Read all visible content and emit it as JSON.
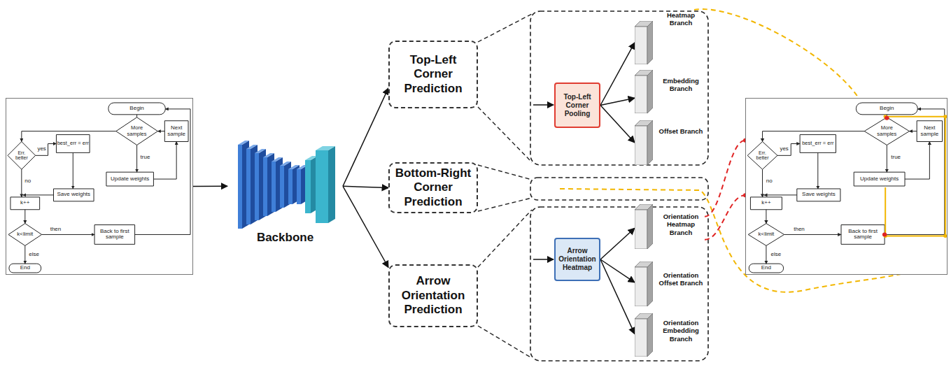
{
  "diagram": {
    "nodes": [
      {
        "text": [
          "Begin",
          "More samples",
          "Next sample",
          "Err. better",
          "yes",
          "best_err = err",
          "true",
          "Update weights",
          "no",
          "Save weights",
          "k++",
          "k<limit",
          "then",
          "Back to first sample",
          "else",
          "End"
        ]
      },
      {
        "text": [
          "Backbone"
        ]
      },
      {
        "text": [
          "Top-Left Corner Prediction"
        ]
      },
      {
        "text": [
          "Bottom-Right Corner Prediction"
        ]
      },
      {
        "text": [
          "Arrow Orientation Prediction"
        ]
      },
      {
        "text": [
          "Top-Left Corner Pooling"
        ]
      },
      {
        "text": [
          "Heatmap Branch"
        ]
      },
      {
        "text": [
          "Embedding Branch"
        ]
      },
      {
        "text": [
          "Offset Branch"
        ]
      },
      {
        "text": [
          "Arrow Orientation Heatmap"
        ]
      },
      {
        "text": [
          "Orientation Heatmap Branch"
        ]
      },
      {
        "text": [
          "Orientation Offset Branch"
        ]
      },
      {
        "text": [
          "Orientation Embedding Branch"
        ]
      },
      {
        "text": [
          "Begin",
          "More samples",
          "Next sample",
          "Err. better",
          "yes",
          "best_err = err",
          "true",
          "Update weights",
          "no",
          "Save weights",
          "k++",
          "k<limit",
          "then",
          "Back to first sample",
          "else",
          "End"
        ]
      }
    ],
    "edges": [
      {
        "from": 0,
        "to": 1,
        "arrow": "to"
      },
      {
        "from": 1,
        "to": 2,
        "arrow": "to"
      },
      {
        "from": 1,
        "to": 3,
        "arrow": "to"
      },
      {
        "from": 1,
        "to": 4,
        "arrow": "to"
      },
      {
        "from": 5,
        "to": 6,
        "arrow": "to"
      },
      {
        "from": 5,
        "to": 7,
        "arrow": "to"
      },
      {
        "from": 5,
        "to": 8,
        "arrow": "to"
      },
      {
        "from": 9,
        "to": 10,
        "arrow": "to"
      },
      {
        "from": 9,
        "to": 11,
        "arrow": "to"
      },
      {
        "from": 9,
        "to": 12,
        "arrow": "to"
      },
      {
        "from": 6,
        "to": 13,
        "arrow": "none"
      },
      {
        "from": 10,
        "to": 13,
        "arrow": "none"
      },
      {
        "from": 10,
        "to": 13,
        "arrow": "none"
      }
    ]
  }
}
